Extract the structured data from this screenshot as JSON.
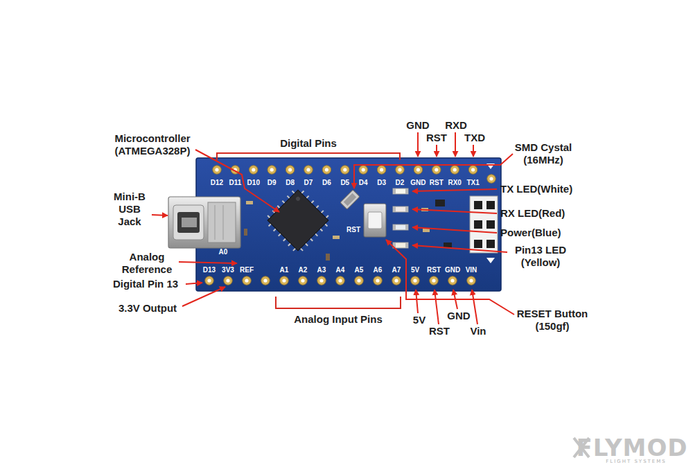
{
  "diagram": {
    "labels": [
      "GND",
      "RXD",
      "RST",
      "TXD",
      "Microcontroller (ATMEGA328P)",
      "Digital Pins",
      "SMD Cystal (16MHz)",
      "D12",
      "D11",
      "D10",
      "D9",
      "D8",
      "D7",
      "D6",
      "D5",
      "D4",
      "D3",
      "D2",
      "GND",
      "RST",
      "RX0",
      "TX1",
      "Mini-B USB Jack",
      "TX LED(White)",
      "RX LED(Red)",
      "Power(Blue)",
      "Pin13 LED (Yellow)",
      "RST",
      "A0",
      "Analog Reference",
      "D13",
      "3V3",
      "REF",
      "A1",
      "A2",
      "A3",
      "A4",
      "A5",
      "A6",
      "A7",
      "5V",
      "RST",
      "GND",
      "VIN",
      "Digital Pin 13",
      "3.3V Output",
      "Analog Input Pins",
      "5V",
      "GND",
      "RST",
      "Vin",
      "RESET Button (150gf)",
      "FLYMOD",
      "FLIGHT SYSTEMS"
    ]
  }
}
